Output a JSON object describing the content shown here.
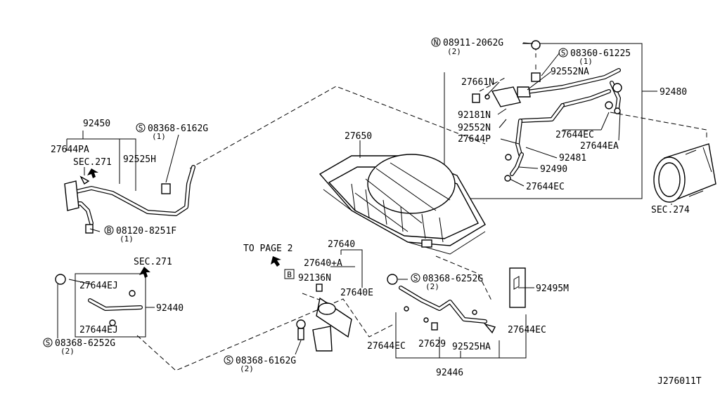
{
  "diagram_id": "J276011T",
  "labels": {
    "n_08911": "08911-2062G",
    "n_08911_q": "(2)",
    "s_08360": "08360-61225",
    "s_08360_q": "(1)",
    "p27661N": "27661N",
    "p92552NA": "92552NA",
    "p92480": "92480",
    "p92181N": "92181N",
    "p92552N": "92552N",
    "p27644P": "27644P",
    "p27644EC_a": "27644EC",
    "p27644EA": "27644EA",
    "p92481": "92481",
    "p92490": "92490",
    "p27644EC_b": "27644EC",
    "p27650": "27650",
    "sec274": "SEC.274",
    "p92450": "92450",
    "p27644PA": "27644PA",
    "sec271_a": "SEC.271",
    "p92525H": "92525H",
    "s_08368_a": "08368-6162G",
    "s_08368_a_q": "(1)",
    "b_08120": "08120-8251F",
    "b_08120_q": "(1)",
    "to_page": "TO PAGE 2",
    "page_ref": "B",
    "p27640": "27640",
    "p27640A": "27640+A",
    "p92136N": "92136N",
    "p27640E": "27640E",
    "sec271_b": "SEC.271",
    "p27644EJ_a": "27644EJ",
    "p92440": "92440",
    "p27644EJ_b": "27644EJ",
    "s_08368_b": "08368-6252G",
    "s_08368_b_q": "(2)",
    "s_08368_c": "08368-6162G",
    "s_08368_c_q": "(2)",
    "s_08368_d": "08368-6252G",
    "s_08368_d_q": "(2)",
    "p92495M": "92495M",
    "p27644EC_c": "27644EC",
    "p27644EC_d": "27644EC",
    "p27629": "27629",
    "p92525HA": "92525HA",
    "p92446": "92446"
  },
  "markers": {
    "n": "N",
    "s": "S",
    "b": "B"
  }
}
